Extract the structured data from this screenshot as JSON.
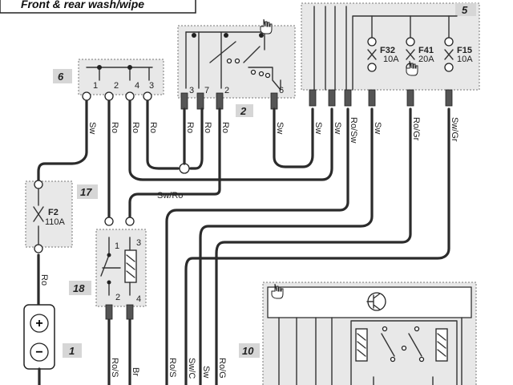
{
  "title": "Front & rear wash/wipe",
  "tags": {
    "t1": "1",
    "t2": "2",
    "t5": "5",
    "t6": "6",
    "t10": "10",
    "t17": "17",
    "t18": "18"
  },
  "fuses": {
    "f32_name": "F32",
    "f32_rating": "10A",
    "f41_name": "F41",
    "f41_rating": "20A",
    "f15_name": "F15",
    "f15_rating": "10A",
    "f2_name": "F2",
    "f2_rating": "110A"
  },
  "pins": {
    "c6": [
      "1",
      "2",
      "4",
      "3"
    ],
    "c2": [
      "3",
      "7",
      "2",
      "6"
    ],
    "c18": [
      "1",
      "3",
      "2",
      "4"
    ]
  },
  "wires": {
    "sw": "Sw",
    "ro": "Ro",
    "ro_sw": "Ro/Sw",
    "ro_gr": "Ro/Gr",
    "sw_gr": "Sw/Gr",
    "sw_ro": "Sw/Ro",
    "ro_s": "Ro/S",
    "br": "Br",
    "sw_c": "Sw/C",
    "ro_g": "Ro/G"
  },
  "battery": {
    "plus": "+",
    "minus": "−"
  },
  "icons": [
    "hand-pointer-icon",
    "transistor-icon",
    "fuse-icon",
    "relay-coil-icon",
    "switch-contact-icon"
  ]
}
